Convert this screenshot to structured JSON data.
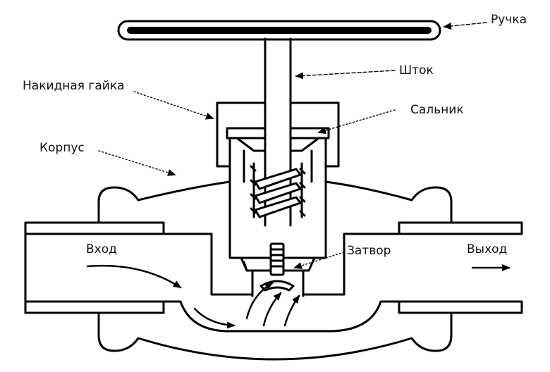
{
  "labels": {
    "handle": "Ручка",
    "stem": "Шток",
    "union_nut": "Накидная гайка",
    "gland": "Сальник",
    "body": "Корпус",
    "inlet": "Вход",
    "gate": "Затвор",
    "outlet": "Выход"
  },
  "colors": {
    "stroke": "#000000",
    "background": "#ffffff",
    "text": "#111111"
  }
}
